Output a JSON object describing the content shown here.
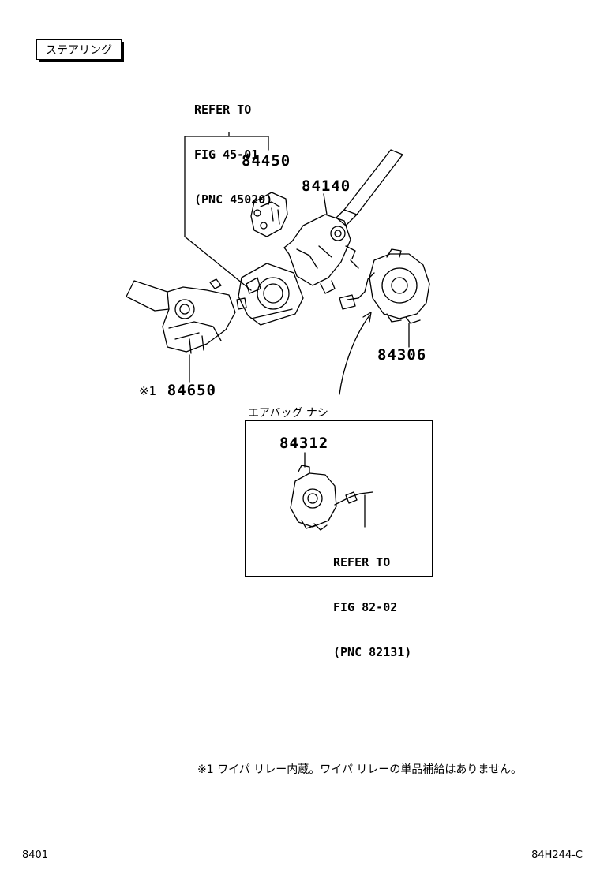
{
  "section_title": "ステアリング",
  "refer_top": {
    "line1": "REFER TO",
    "line2": "FIG 45-01",
    "line3": "(PNC 45020)"
  },
  "parts": {
    "p84450": "84450",
    "p84140": "84140",
    "p84306": "84306",
    "p84650": "84650",
    "p84312": "84312"
  },
  "p84650_mark": "※1",
  "variant_label": "エアバッグ ナシ",
  "refer_bottom": {
    "line1": "REFER TO",
    "line2": "FIG 82-02",
    "line3": "(PNC 82131)"
  },
  "footnote": "※1 ワイパ リレー内蔵。ワイパ リレーの単品補給はありません。",
  "footer": {
    "left": "8401",
    "right": "84H244-C"
  }
}
